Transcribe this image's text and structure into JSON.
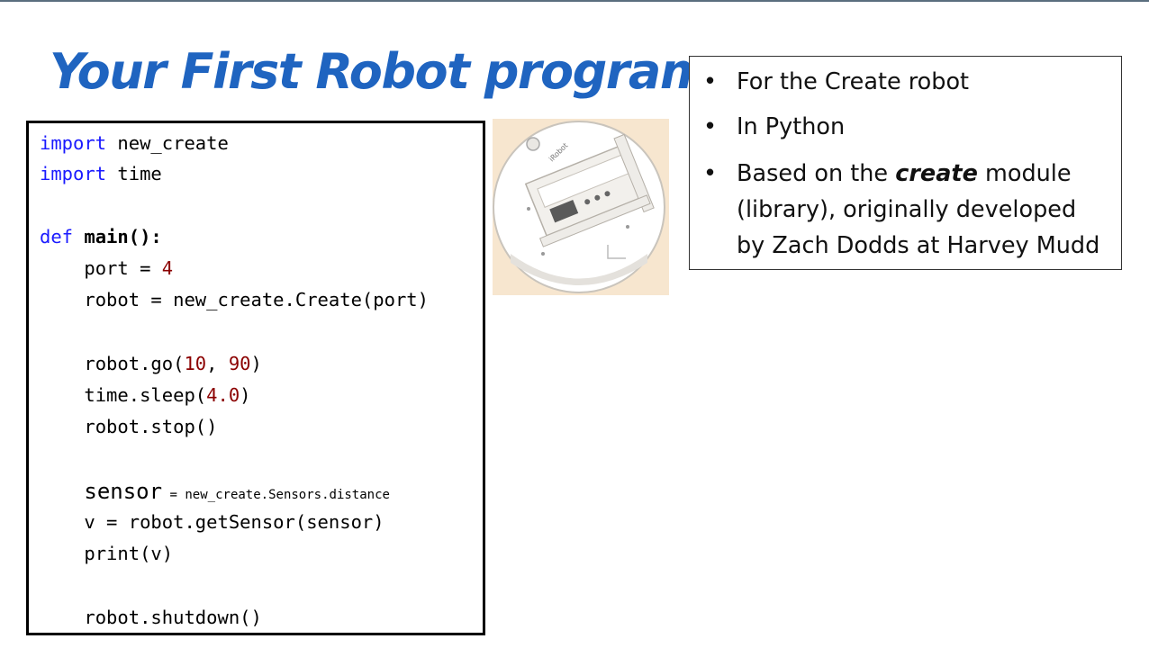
{
  "slide": {
    "title": "Your First Robot program"
  },
  "code": {
    "l1": {
      "kw": "import",
      "rest": " new_create"
    },
    "l2": {
      "kw": "import",
      "rest": " time"
    },
    "l3": {
      "kw": "def",
      "sp": " ",
      "fn": "main():"
    },
    "l4": {
      "a": "    port = ",
      "n1": "4"
    },
    "l5": {
      "a": "    robot = new_create.Create(port)"
    },
    "l6": {
      "a": "    robot.go(",
      "n1": "10",
      "b": ", ",
      "n2": "90",
      "c": ")"
    },
    "l7": {
      "a": "    time.sleep(",
      "n1": "4.0",
      "c": ")"
    },
    "l8": {
      "a": "    robot.stop()"
    },
    "l9": {
      "a": "    ",
      "big": "sensor",
      "mid": " = ",
      "small": "new_create.Sensors.distance"
    },
    "l10": {
      "a": "    v = robot.getSensor(sensor)"
    },
    "l11": {
      "a": "    print(v)"
    },
    "l12": {
      "a": "    robot.shutdown()"
    }
  },
  "bullets": {
    "dot": "•",
    "b1": "For the Create robot",
    "b2": "In Python",
    "b3": {
      "pre": "Based on the ",
      "em": "create",
      "post": " module"
    },
    "b3_line2": "(library), originally developed",
    "b3_line3": "by Zach Dodds at Harvey Mudd"
  },
  "image": {
    "icon": "irobot-create-photo",
    "brand": "iRobot"
  },
  "colors": {
    "title": "#1f64c0",
    "keyword": "#1a1aff",
    "number": "#8b0000",
    "top_rule": "#5a6e7e"
  }
}
